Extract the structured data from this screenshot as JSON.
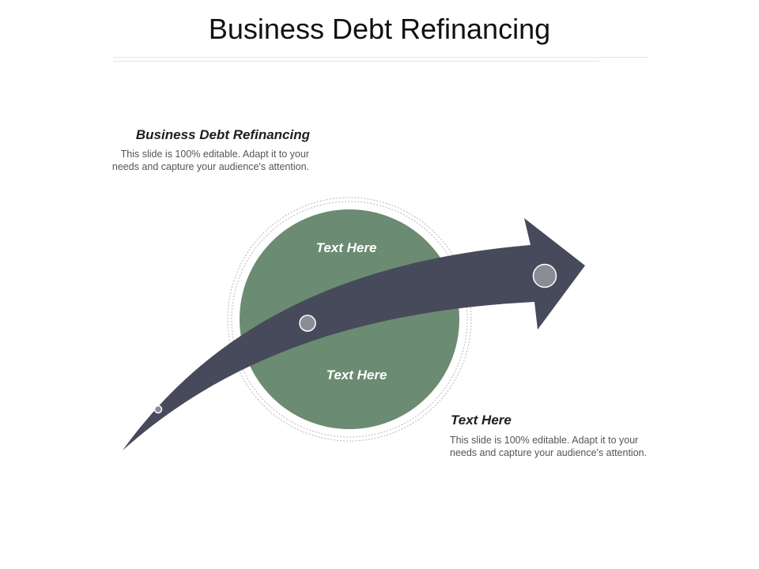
{
  "slide": {
    "title": "Business Debt Refinancing"
  },
  "callouts": [
    {
      "heading": "Business Debt Refinancing",
      "body_lines": [
        "This slide is 100% editable. Adapt it to your",
        "needs and capture your audience's attention."
      ]
    },
    {
      "heading": "Text Here",
      "body_lines": [
        "This slide is 100% editable. Adapt it to your",
        "needs and capture your audience's attention."
      ]
    }
  ],
  "circle": {
    "top_label": "Text Here",
    "bottom_label": "Text Here"
  },
  "colors": {
    "circle_fill": "#6b8b72",
    "arrow_fill": "#464a5a",
    "ring_stroke": "#b8b8b8",
    "marker_fill": "#8a8c96",
    "marker_stroke": "#ffffff"
  }
}
